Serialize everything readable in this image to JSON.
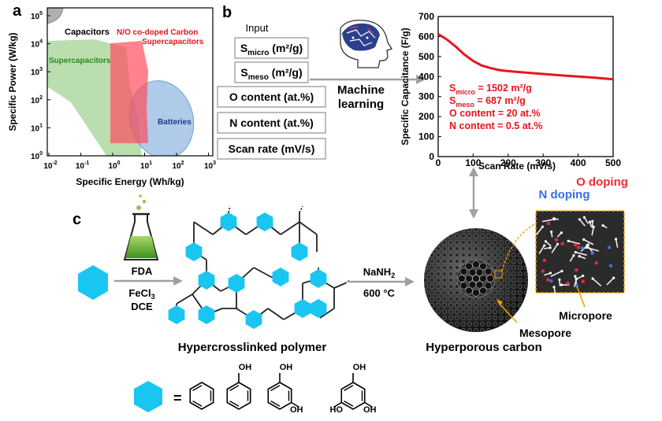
{
  "panel_a": {
    "label": "a",
    "xlabel": "Specific Energy (Wh/kg)",
    "ylabel": "Specific Power (W/kg)",
    "x_ticks": [
      {
        "base": "10",
        "exp": "-2"
      },
      {
        "base": "10",
        "exp": "-1"
      },
      {
        "base": "10",
        "exp": "0"
      },
      {
        "base": "10",
        "exp": "1"
      },
      {
        "base": "10",
        "exp": "2"
      },
      {
        "base": "10",
        "exp": "3"
      }
    ],
    "y_ticks": [
      {
        "base": "10",
        "exp": "0"
      },
      {
        "base": "10",
        "exp": "1"
      },
      {
        "base": "10",
        "exp": "2"
      },
      {
        "base": "10",
        "exp": "3"
      },
      {
        "base": "10",
        "exp": "4"
      },
      {
        "base": "10",
        "exp": "5"
      }
    ],
    "regions": {
      "capacitors": "Capacitors",
      "supercapacitors": "Supercapacitors",
      "codoped_line1": "N/O co-doped Carbon",
      "codoped_line2": "Supercapacitors",
      "batteries": "Batteries"
    },
    "colors": {
      "capacitors": "#b0b0b0",
      "supercapacitors": "#8cc878",
      "codoped": "#ff4d5e",
      "batteries": "#6f9fd8"
    }
  },
  "panel_b": {
    "label": "b",
    "input_title": "Input",
    "inputs": [
      {
        "main": "S",
        "sub": "micro",
        "rest": " (m²/g)"
      },
      {
        "main": "S",
        "sub": "meso",
        "rest": " (m²/g)"
      },
      {
        "main": "O content (at.%)",
        "sub": "",
        "rest": ""
      },
      {
        "main": "N content (at.%)",
        "sub": "",
        "rest": ""
      },
      {
        "main": "Scan rate (mV/s)",
        "sub": "",
        "rest": ""
      }
    ],
    "ml_line1": "Machine",
    "ml_line2": "learning"
  },
  "chart_data": {
    "type": "line",
    "title": "",
    "xlabel": "Scan Rate (mV/s)",
    "ylabel": "Specific Capacitance (F/g)",
    "xlim": [
      0,
      500
    ],
    "ylim": [
      0,
      700
    ],
    "x_ticks": [
      0,
      100,
      200,
      300,
      400,
      500
    ],
    "y_ticks": [
      0,
      100,
      200,
      300,
      400,
      500,
      600,
      700
    ],
    "series": [
      {
        "color": "#e8141e",
        "x": [
          0,
          25,
          50,
          75,
          100,
          125,
          150,
          175,
          200,
          250,
          300,
          350,
          400,
          450,
          500
        ],
        "y": [
          612,
          585,
          550,
          510,
          478,
          455,
          442,
          432,
          427,
          420,
          413,
          406,
          400,
          394,
          386
        ]
      }
    ],
    "annotations": [
      {
        "main": "S",
        "sub": "micro",
        "rest": " = 1502 m²/g"
      },
      {
        "main": "S",
        "sub": "meso",
        "rest": " = 687 m²/g"
      },
      {
        "main": "O content = 20 at.%",
        "sub": "",
        "rest": ""
      },
      {
        "main": "N content = 0.5 at.%",
        "sub": "",
        "rest": ""
      }
    ],
    "annotation_color": "#e8141e"
  },
  "panel_c": {
    "label": "c",
    "fda": "FDA",
    "fecl3_main": "FeCl",
    "fecl3_sub": "3",
    "dce": "DCE",
    "nanh2_main": "NaNH",
    "nanh2_sub": "2",
    "temperature": "600 °C",
    "polymer_label": "Hypercrosslinked polymer",
    "carbon_label": "Hyperporous carbon",
    "mesopore": "Mesopore",
    "micropore": "Micropore",
    "o_doping": "O doping",
    "n_doping": "N doping",
    "equals": "=",
    "oh": "OH",
    "ho": "HO",
    "hexagon_color": "#19c6f2",
    "o_color": "#ee2a35",
    "n_color": "#3c6ee0"
  }
}
